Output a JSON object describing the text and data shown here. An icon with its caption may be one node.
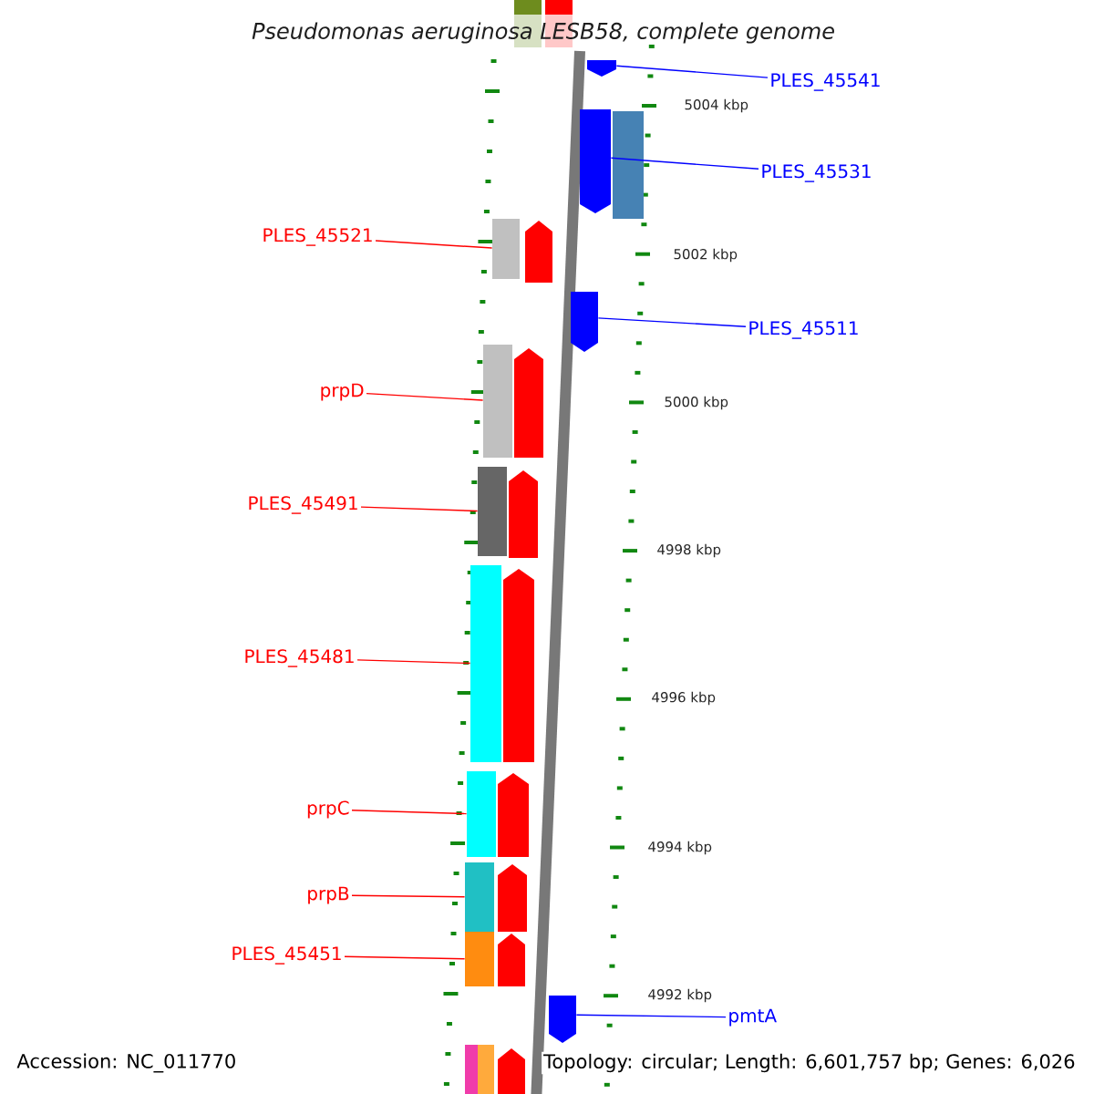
{
  "diagram": {
    "title": "*Pseudomonas aeruginosa LESB58, complete genome*",
    "nodes": [
      {
        "text": [
          "PLES_45541"
        ]
      },
      {
        "text": [
          "PLES_45531"
        ]
      },
      {
        "text": [
          "PLES_45521"
        ]
      },
      {
        "text": [
          "PLES_45511"
        ]
      },
      {
        "text": [
          "prpD"
        ]
      },
      {
        "text": [
          "PLES_45491"
        ]
      },
      {
        "text": [
          "PLES_45481"
        ]
      },
      {
        "text": [
          "prpC"
        ]
      },
      {
        "text": [
          "prpB"
        ]
      },
      {
        "text": [
          "PLES_45451"
        ]
      },
      {
        "text": [
          "pmtA"
        ]
      },
      {
        "text": [],
        "shape": "bar"
      },
      {
        "text": [],
        "shape": "bar"
      },
      {
        "text": [],
        "shape": "bar"
      },
      {
        "text": [],
        "shape": "bar"
      },
      {
        "text": [],
        "shape": "bar"
      },
      {
        "text": [],
        "shape": "bar"
      },
      {
        "text": [],
        "shape": "bar"
      },
      {
        "text": [],
        "shape": "bar"
      },
      {
        "text": [],
        "shape": "bar"
      },
      {
        "text": [],
        "shape": "bar"
      },
      {
        "text": [],
        "shape": "bar"
      },
      {
        "text": [],
        "shape": "bar"
      },
      {
        "text": [],
        "shape": "bar"
      },
      {
        "text": [],
        "shape": "bar"
      },
      {
        "text": [],
        "shape": "bar"
      },
      {
        "text": [],
        "shape": "bar"
      },
      {
        "text": [],
        "shape": "bar"
      },
      {
        "text": [],
        "shape": "bar"
      },
      {
        "text": [],
        "shape": "bar"
      },
      {
        "text": [],
        "shape": "bar"
      },
      {
        "text": [],
        "shape": "bar"
      },
      {
        "text": [],
        "shape": "bar"
      },
      {
        "text": [],
        "shape": "bar"
      },
      {
        "text": [],
        "shape": "bar"
      }
    ],
    "edges": [
      {
        "from": 0,
        "to": 11,
        "arrow": "none",
        "color": "#0000ff"
      },
      {
        "from": 1,
        "to": 12,
        "arrow": "none",
        "color": "#0000ff"
      },
      {
        "from": 2,
        "to": 13,
        "arrow": "none"
      },
      {
        "from": 3,
        "to": 14,
        "arrow": "none",
        "color": "#0000ff"
      },
      {
        "from": 4,
        "to": 15,
        "arrow": "none"
      },
      {
        "from": 5,
        "to": 16,
        "arrow": "none"
      },
      {
        "from": 6,
        "to": 17,
        "arrow": "none"
      },
      {
        "from": 7,
        "to": 18,
        "arrow": "none"
      },
      {
        "from": 8,
        "to": 19,
        "arrow": "none"
      },
      {
        "from": 9,
        "to": 20,
        "arrow": "none"
      },
      {
        "from": 10,
        "to": 21,
        "arrow": "none",
        "color": "#0000ff"
      }
    ],
    "labels": [
      "5004 kbp",
      "5002 kbp",
      "5000 kbp",
      "4998 kbp",
      "4996 kbp",
      "4994 kbp",
      "4992 kbp",
      "Accession: NC_011770",
      "Topology: circular; Length: 6,601,757 bp; Genes: 6,026"
    ]
  }
}
